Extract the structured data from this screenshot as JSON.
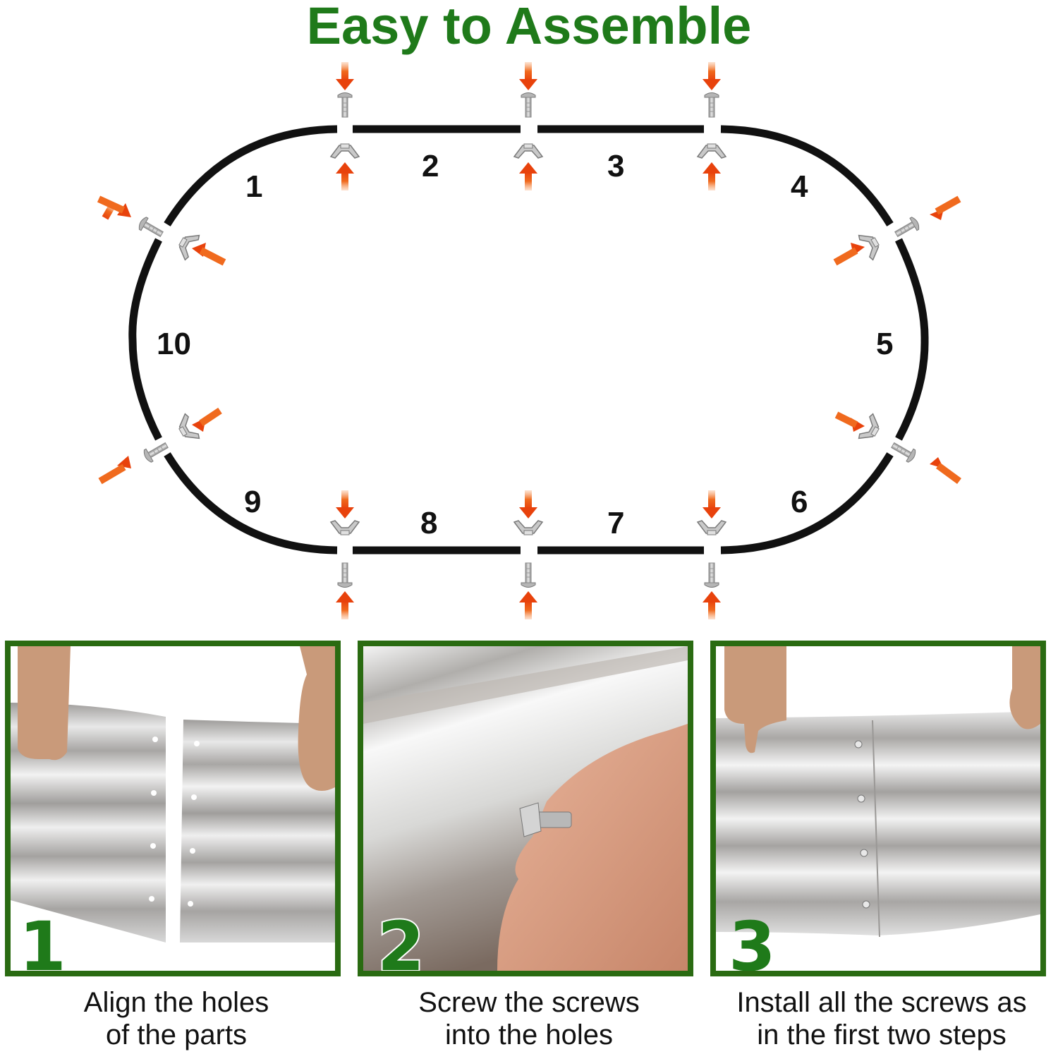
{
  "title": "Easy to Assemble",
  "colors": {
    "title_green": "#1f7a1a",
    "frame_green": "#2a6b12",
    "arrow_orange": "#f05a14",
    "outline_black": "#111111",
    "metal_silver": "#c8c8c8"
  },
  "diagram": {
    "shape": "oval raised garden bed outline",
    "segments": [
      {
        "label": "1"
      },
      {
        "label": "2"
      },
      {
        "label": "3"
      },
      {
        "label": "4"
      },
      {
        "label": "5"
      },
      {
        "label": "6"
      },
      {
        "label": "7"
      },
      {
        "label": "8"
      },
      {
        "label": "9"
      },
      {
        "label": "10"
      }
    ],
    "joints": 10,
    "fastener_parts": [
      "screw-icon",
      "wing-nut-icon",
      "arrow-icon"
    ]
  },
  "steps": [
    {
      "number": "1",
      "caption_line1": "Align the holes",
      "caption_line2": "of the parts",
      "photo": "hands aligning two corrugated metal panels"
    },
    {
      "number": "2",
      "caption_line1": "Screw the screws",
      "caption_line2": "into the holes",
      "photo": "fingers tightening a wing nut on a screw"
    },
    {
      "number": "3",
      "caption_line1": "Install all the screws as",
      "caption_line2": "in the first two steps",
      "photo": "hands holding joined metal panels with screws installed"
    }
  ]
}
